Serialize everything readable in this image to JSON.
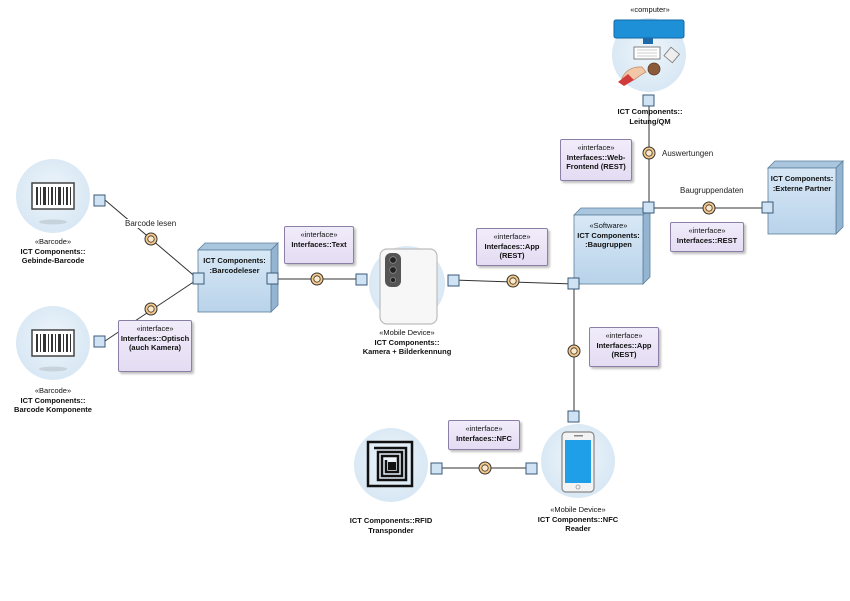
{
  "components": {
    "gebinde_barcode": {
      "stereotype": "«Barcode»",
      "line1": "ICT Components::",
      "line2": "Gebinde-Barcode"
    },
    "barcode_komponente": {
      "stereotype": "«Barcode»",
      "line1": "ICT Components::",
      "line2": "Barcode Komponente"
    },
    "barcodeleser": {
      "line1": "ICT Components:",
      "line2": ":Barcodeleser"
    },
    "mobile_camera": {
      "stereotype": "«Mobile Device»",
      "line1": "ICT Components::",
      "line2": "Kamera + Bilderkennung"
    },
    "baugruppen": {
      "stereotype": "«Software»",
      "line1": "ICT Components:",
      "line2": ":Baugruppen"
    },
    "externe_partner": {
      "line1": "ICT Components:",
      "line2": ":Externe Partner"
    },
    "leitung_qm": {
      "stereotype": "«computer»",
      "line1": "ICT Components::",
      "line2": "Leitung/QM"
    },
    "rfid": {
      "line1": "ICT Components::RFID",
      "line2": "Transponder"
    },
    "nfc_reader": {
      "stereotype": "«Mobile Device»",
      "line1": "ICT Components::NFC",
      "line2": "Reader"
    }
  },
  "interfaces": {
    "text": {
      "stereotype": "«interface»",
      "name": "Interfaces::Text"
    },
    "optisch": {
      "stereotype": "«interface»",
      "name1": "Interfaces::Optisch",
      "name2": "(auch Kamera)"
    },
    "app1": {
      "stereotype": "«interface»",
      "name1": "Interfaces::App",
      "name2": "(REST)"
    },
    "web": {
      "stereotype": "«interface»",
      "name1": "Interfaces::Web-",
      "name2": "Frontend (REST)"
    },
    "rest": {
      "stereotype": "«interface»",
      "name": "Interfaces::REST"
    },
    "app2": {
      "stereotype": "«interface»",
      "name1": "Interfaces::App",
      "name2": "(REST)"
    },
    "nfc": {
      "stereotype": "«interface»",
      "name": "Interfaces::NFC"
    }
  },
  "edge_labels": {
    "barcode_lesen": "Barcode lesen",
    "auswertungen": "Auswertungen",
    "baugruppendaten": "Baugruppendaten"
  },
  "colors": {
    "circle_bg": "#dcebf6",
    "node_face": "#c9dff1",
    "node_side": "#a9c6de",
    "port": "#cfe3f4",
    "lollipop": "#f6c98a",
    "line": "#333333"
  }
}
